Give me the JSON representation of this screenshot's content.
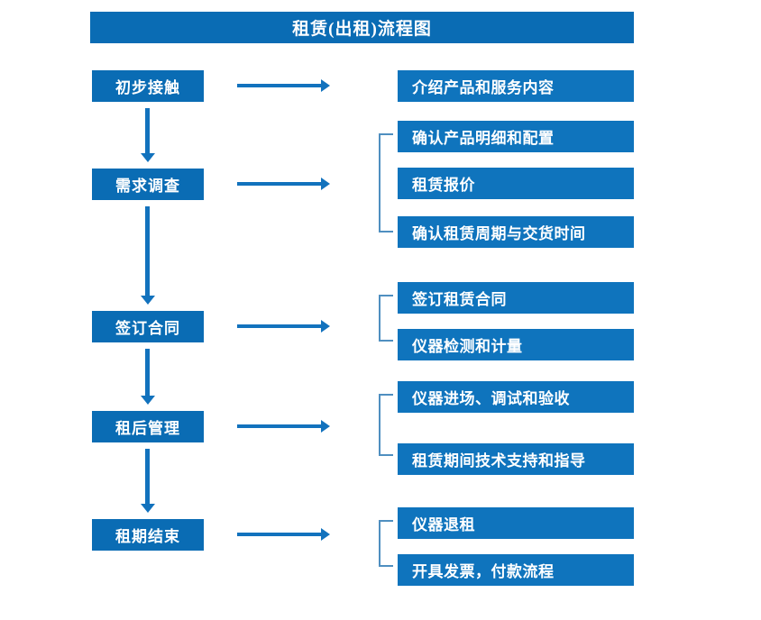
{
  "title": "租赁(出租)流程图",
  "colors": {
    "box_blue": "#0a6cb4",
    "detail_blue": "#0f74bd",
    "arrow_blue": "#1272bd",
    "bracket_blue": "#4f8fc0",
    "text_white": "#ffffff",
    "background": "#ffffff"
  },
  "stages": [
    {
      "label": "初步接触"
    },
    {
      "label": "需求调查"
    },
    {
      "label": "签订合同"
    },
    {
      "label": "租后管理"
    },
    {
      "label": "租期结束"
    }
  ],
  "details": [
    {
      "label": "介绍产品和服务内容"
    },
    {
      "label": "确认产品明细和配置"
    },
    {
      "label": "租赁报价"
    },
    {
      "label": "确认租赁周期与交货时间"
    },
    {
      "label": "签订租赁合同"
    },
    {
      "label": "仪器检测和计量"
    },
    {
      "label": "仪器进场、调试和验收"
    },
    {
      "label": "租赁期间技术支持和指导"
    },
    {
      "label": "仪器退租"
    },
    {
      "label": "开具发票，付款流程"
    }
  ]
}
